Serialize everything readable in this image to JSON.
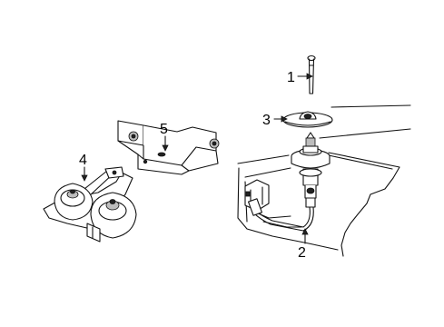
{
  "callouts": [
    {
      "number": "1",
      "part": "bolt"
    },
    {
      "number": "2",
      "part": "antenna-cable-mast"
    },
    {
      "number": "3",
      "part": "antenna-bezel"
    },
    {
      "number": "4",
      "part": "horn-assembly"
    },
    {
      "number": "5",
      "part": "horn-bracket"
    }
  ],
  "colors": {
    "line": "#111111",
    "background": "#ffffff",
    "shade": "#bdbdbd"
  }
}
